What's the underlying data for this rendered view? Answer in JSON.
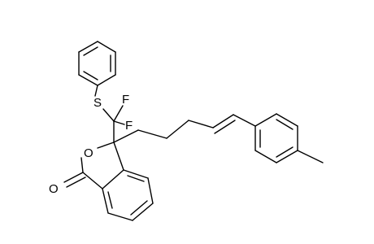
{
  "molecule": {
    "atom_labels": {
      "sulfur": "S",
      "fluorine_1": "F",
      "fluorine_2": "F",
      "ring_oxygen": "O",
      "carbonyl_oxygen": "O"
    }
  }
}
